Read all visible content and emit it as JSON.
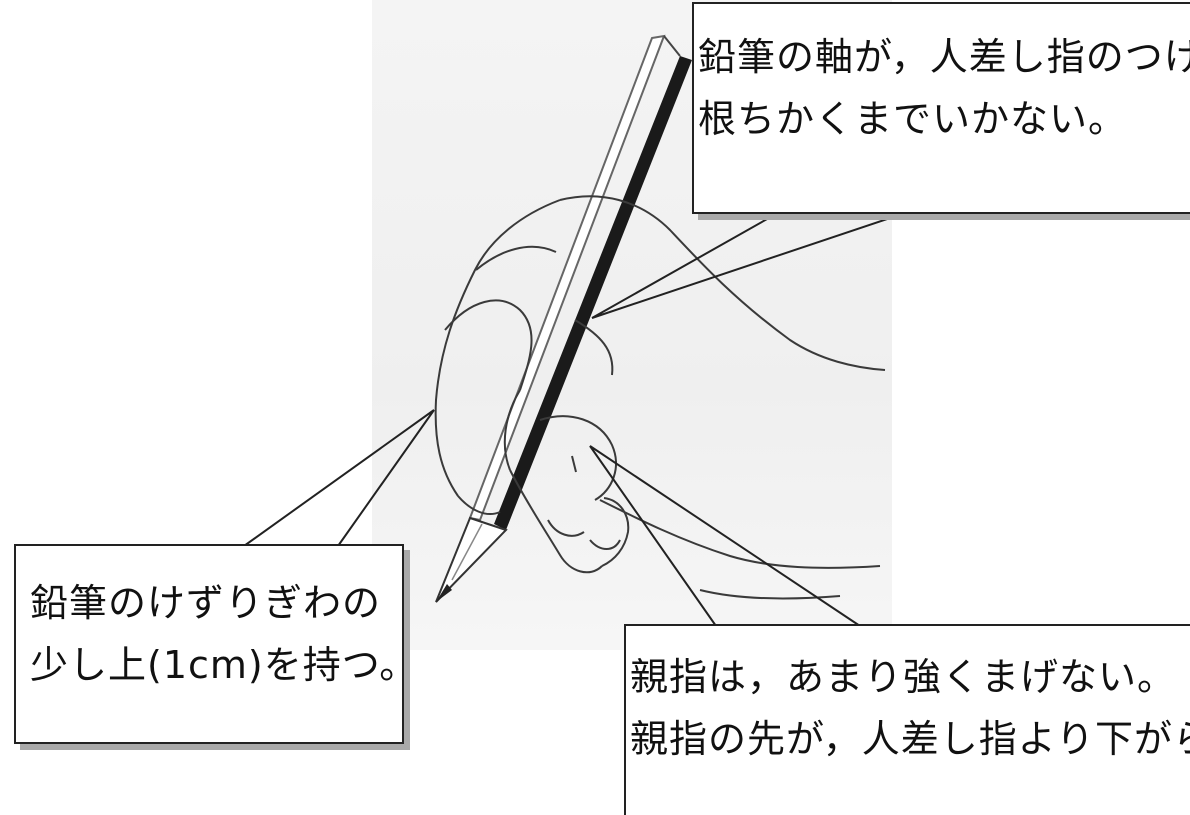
{
  "figure": {
    "illustration": "hand-holding-pencil-icon"
  },
  "callouts": {
    "top": {
      "lines": [
        "鉛筆の軸が，人差し指のつけ",
        "根ちかくまでいかない。"
      ]
    },
    "left": {
      "lines": [
        "鉛筆のけずりぎわの",
        "少し上(1cm)を持つ。"
      ]
    },
    "bottom": {
      "lines": [
        "親指は，あまり強くまげない。",
        "親指の先が，人差し指より下がらない。"
      ]
    }
  },
  "colors": {
    "line": "#222222",
    "shadow": "#a9a9a9",
    "background": "#ffffff"
  }
}
